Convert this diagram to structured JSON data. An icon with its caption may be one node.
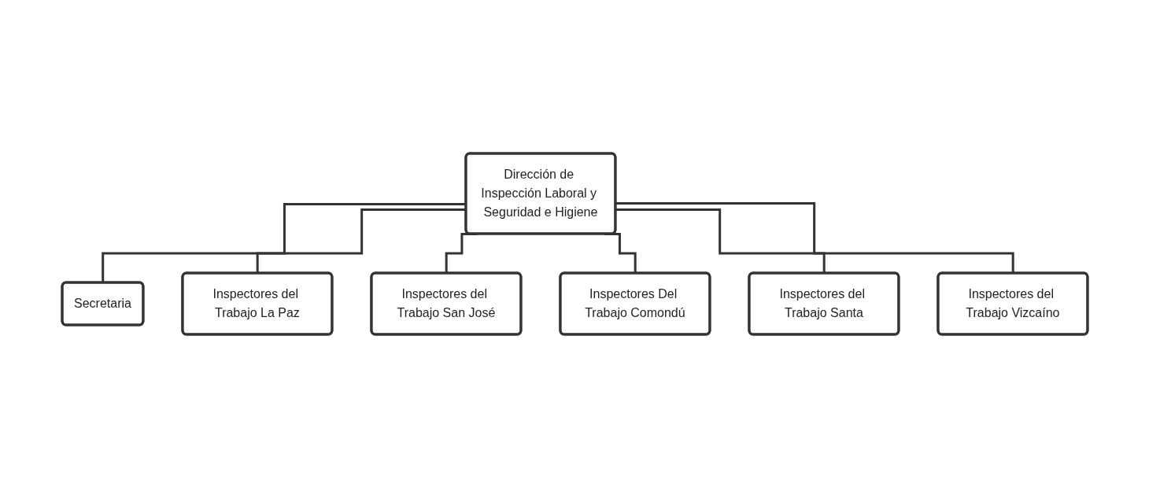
{
  "diagram": {
    "nodes": [
      {
        "text": [
          "Dirección de Inspección Laboral y Seguridad e Higiene"
        ]
      },
      {
        "text": [
          "Secretaria"
        ]
      },
      {
        "text": [
          "Inspectores del Trabajo La Paz"
        ]
      },
      {
        "text": [
          "Inspectores del Trabajo San José"
        ]
      },
      {
        "text": [
          "Inspectores Del Trabajo Comondú"
        ]
      },
      {
        "text": [
          "Inspectores del Trabajo Santa"
        ]
      },
      {
        "text": [
          "Inspectores del Trabajo Vizcaíno"
        ]
      }
    ],
    "edges": [
      {
        "from": 0,
        "to": 1,
        "arrow": "none"
      },
      {
        "from": 0,
        "to": 2,
        "arrow": "none"
      },
      {
        "from": 0,
        "to": 3,
        "arrow": "none"
      },
      {
        "from": 0,
        "to": 4,
        "arrow": "none"
      },
      {
        "from": 0,
        "to": 5,
        "arrow": "none"
      },
      {
        "from": 0,
        "to": 6,
        "arrow": "none"
      }
    ]
  }
}
